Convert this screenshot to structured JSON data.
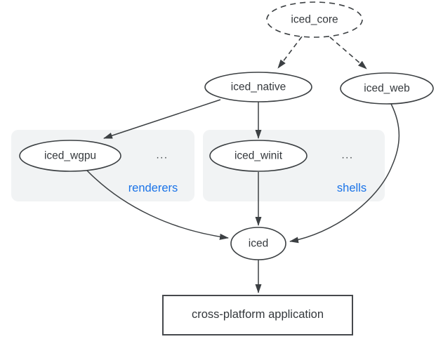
{
  "diagram": {
    "nodes": {
      "iced_core": {
        "label": "iced_core",
        "shape": "ellipse-dashed"
      },
      "iced_native": {
        "label": "iced_native",
        "shape": "ellipse"
      },
      "iced_web": {
        "label": "iced_web",
        "shape": "ellipse"
      },
      "iced_wgpu": {
        "label": "iced_wgpu",
        "shape": "ellipse"
      },
      "iced_winit": {
        "label": "iced_winit",
        "shape": "ellipse"
      },
      "iced": {
        "label": "iced",
        "shape": "ellipse"
      },
      "app": {
        "label": "cross-platform application",
        "shape": "rect"
      }
    },
    "groups": {
      "renderers": {
        "label": "renderers",
        "ellipsis": "..."
      },
      "shells": {
        "label": "shells",
        "ellipsis": "..."
      }
    },
    "edges": [
      {
        "from": "iced_core",
        "to": "iced_native",
        "style": "dashed"
      },
      {
        "from": "iced_core",
        "to": "iced_web",
        "style": "dashed"
      },
      {
        "from": "iced_native",
        "to": "iced_wgpu",
        "style": "solid"
      },
      {
        "from": "iced_native",
        "to": "iced_winit",
        "style": "solid"
      },
      {
        "from": "iced_wgpu",
        "to": "iced",
        "style": "solid"
      },
      {
        "from": "iced_winit",
        "to": "iced",
        "style": "solid"
      },
      {
        "from": "iced_web",
        "to": "iced",
        "style": "solid"
      },
      {
        "from": "iced",
        "to": "app",
        "style": "solid"
      }
    ],
    "colors": {
      "stroke": "#3c4043",
      "node_fill": "#ffffff",
      "group_fill": "#f1f3f4",
      "group_label": "#1a73e8",
      "background": "#ffffff"
    }
  }
}
